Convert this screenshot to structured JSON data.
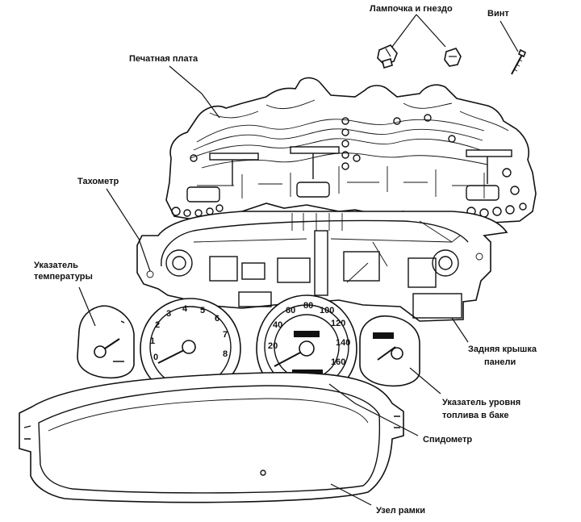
{
  "labels": {
    "bulb_socket": "Лампочка и гнездо",
    "screw": "Винт",
    "pcb": "Печатная плата",
    "tachometer": "Тахометр",
    "temp_gauge_line1": "Указатель",
    "temp_gauge_line2": "температуры",
    "rear_cover_line1": "Задняя крышка",
    "rear_cover_line2": "панели",
    "fuel_gauge_line1": "Указатель уровня",
    "fuel_gauge_line2": "топлива в баке",
    "speedometer": "Спидометр",
    "frame_assembly": "Узел рамки"
  },
  "tach_ticks": [
    "0",
    "1",
    "2",
    "3",
    "4",
    "5",
    "6",
    "7",
    "8"
  ],
  "speedo_ticks": [
    "20",
    "40",
    "60",
    "80",
    "100",
    "120",
    "140",
    "160"
  ]
}
